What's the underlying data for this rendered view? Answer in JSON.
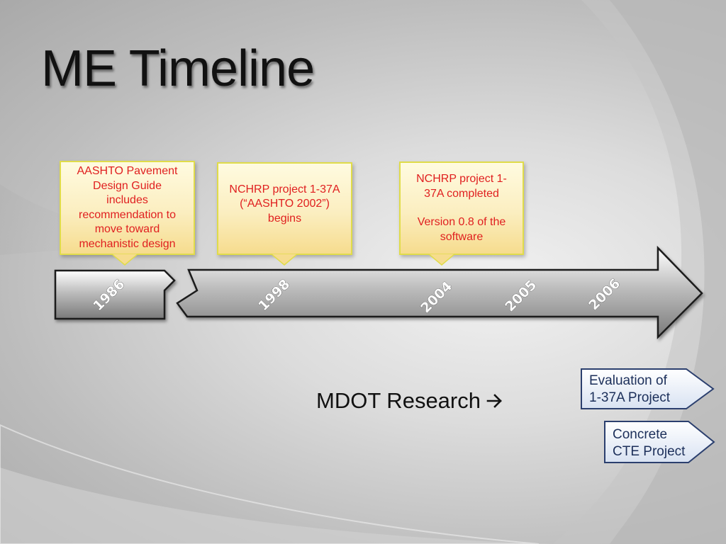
{
  "title": "ME Timeline",
  "callouts": [
    {
      "lines": [
        "AASHTO Pavement",
        "Design Guide",
        "includes",
        "recommendation to",
        "move toward",
        "mechanistic design"
      ]
    },
    {
      "lines": [
        "NCHRP project 1-37A",
        "(“AASHTO 2002”)",
        "begins"
      ]
    },
    {
      "lines": [
        "NCHRP project 1-",
        "37A completed",
        "",
        "Version 0.8 of the",
        "software"
      ]
    }
  ],
  "years": [
    "1986",
    "1998",
    "2004",
    "2005",
    "2006"
  ],
  "mdot": {
    "label": "MDOT Research",
    "arrow_icon": "right-arrow-icon"
  },
  "projects": [
    {
      "lines": [
        "Evaluation of",
        "1-37A Project"
      ]
    },
    {
      "lines": [
        "Concrete",
        "CTE Project"
      ]
    }
  ],
  "colors": {
    "callout_text": "#e02020",
    "callout_border": "#e0dc4a",
    "project_border": "#2b3f6e",
    "project_text": "#1c2f5a"
  }
}
